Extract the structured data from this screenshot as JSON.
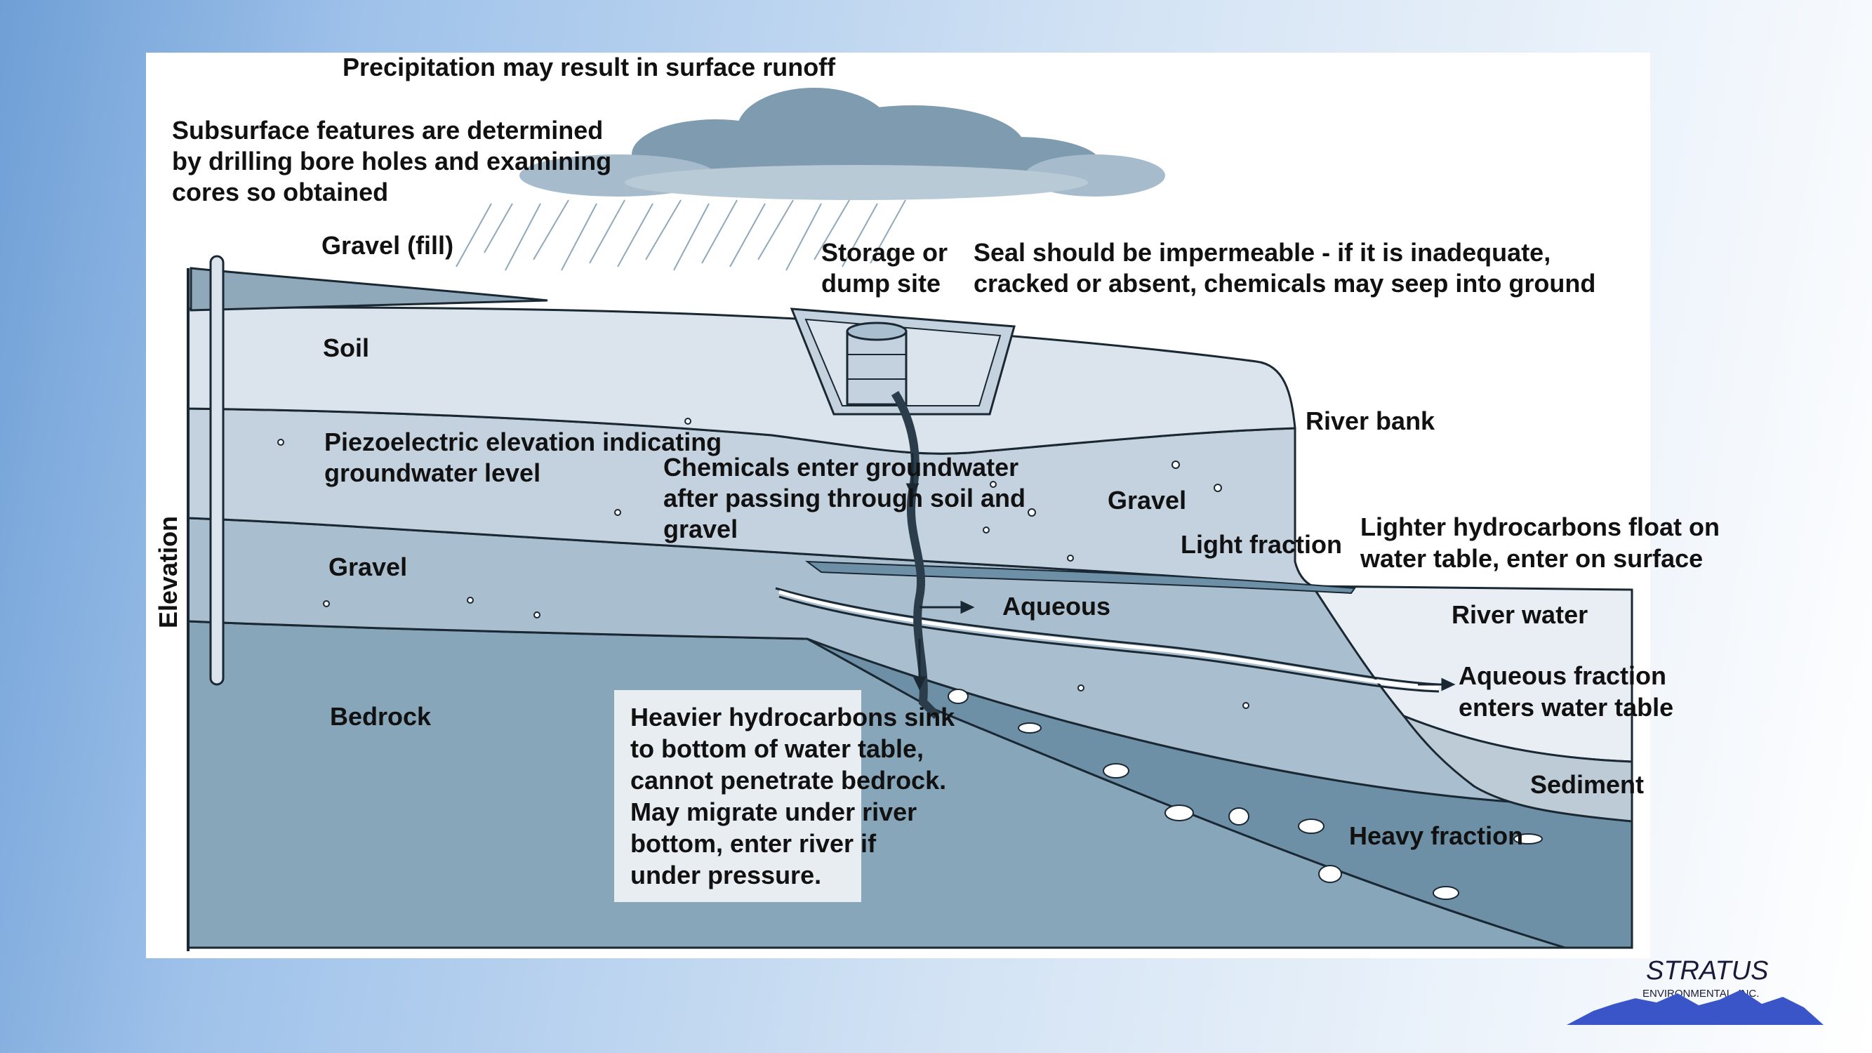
{
  "diagram": {
    "labels": {
      "precipitation": "Precipitation may result in surface runoff",
      "subsurface_1": "Subsurface features are determined",
      "subsurface_2": "by drilling bore holes and examining",
      "subsurface_3": "cores so obtained",
      "gravel_fill": "Gravel (fill)",
      "storage_1": "Storage or",
      "storage_2": "dump site",
      "seal_1": "Seal should be impermeable - if it is inadequate,",
      "seal_2": "cracked or absent, chemicals may seep into ground",
      "soil": "Soil",
      "river_bank": "River bank",
      "piezo_1": "Piezoelectric elevation indicating",
      "piezo_2": "groundwater level",
      "chemicals_1": "Chemicals enter groundwater",
      "chemicals_2": "after passing through soil and",
      "chemicals_3": "gravel",
      "gravel_right": "Gravel",
      "light_fraction": "Light fraction",
      "lighter_1": "Lighter hydrocarbons float on",
      "lighter_2": "water table, enter on surface",
      "gravel_left": "Gravel",
      "elevation": "Elevation",
      "aqueous": "Aqueous",
      "river_water": "River water",
      "aqueous_fraction_1": "Aqueous fraction",
      "aqueous_fraction_2": "enters water table",
      "bedrock": "Bedrock",
      "heavier_1": "Heavier hydrocarbons sink",
      "heavier_2": "to bottom of water table,",
      "heavier_3": "cannot penetrate bedrock.",
      "heavier_4": "May migrate under river",
      "heavier_5": "bottom, enter river if",
      "heavier_6": "under pressure.",
      "sediment": "Sediment",
      "heavy_fraction": "Heavy fraction"
    },
    "colors": {
      "soil": "#dbe4ec",
      "upper_gravel": "#c3d2de",
      "lower_gravel": "#a9bfcf",
      "bedrock": "#87a6ba",
      "heavy_layer": "#6e90a7",
      "river_water": "#e8eef3",
      "fill_gravel": "#8fa9bb",
      "outline": "#1a2833"
    }
  },
  "logo": {
    "name": "STRATUS",
    "sub": "ENVIRONMENTAL, INC.",
    "mountain_color": "#3a55c8"
  }
}
